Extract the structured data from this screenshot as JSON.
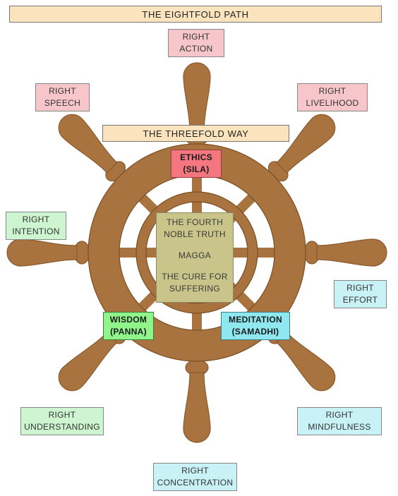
{
  "title": "THE EIGHTFOLD PATH",
  "threefold": "THE THREEFOLD WAY",
  "center": {
    "line1": "THE FOURTH",
    "line2": "NOBLE TRUTH",
    "line3": "MAGGA",
    "line4": "THE CURE FOR",
    "line5": "SUFFERING"
  },
  "ethics": {
    "line1": "ETHICS",
    "line2": "(SILA)"
  },
  "wisdom": {
    "line1": "WISDOM",
    "line2": "(PANNA)"
  },
  "meditation": {
    "line1": "MEDITATION",
    "line2": "(SAMADHI)"
  },
  "path": {
    "action": {
      "line1": "RIGHT",
      "line2": "ACTION"
    },
    "speech": {
      "line1": "RIGHT",
      "line2": "SPEECH"
    },
    "livelihood": {
      "line1": "RIGHT",
      "line2": "LIVELIHOOD"
    },
    "intention": {
      "line1": "RIGHT",
      "line2": "INTENTION"
    },
    "effort": {
      "line1": "RIGHT",
      "line2": "EFFORT"
    },
    "understanding": {
      "line1": "RIGHT",
      "line2": "UNDERSTANDING"
    },
    "mindfulness": {
      "line1": "RIGHT",
      "line2": "MINDFULNESS"
    },
    "concentration": {
      "line1": "RIGHT",
      "line2": "CONCENTRATION"
    }
  },
  "colors": {
    "wood": "#a8733f",
    "wood_dark": "#8a5a2c",
    "ethics": "#f4777f",
    "wisdom": "#8ff58a",
    "meditation": "#8fe8f0",
    "center": "#c9c58a"
  }
}
